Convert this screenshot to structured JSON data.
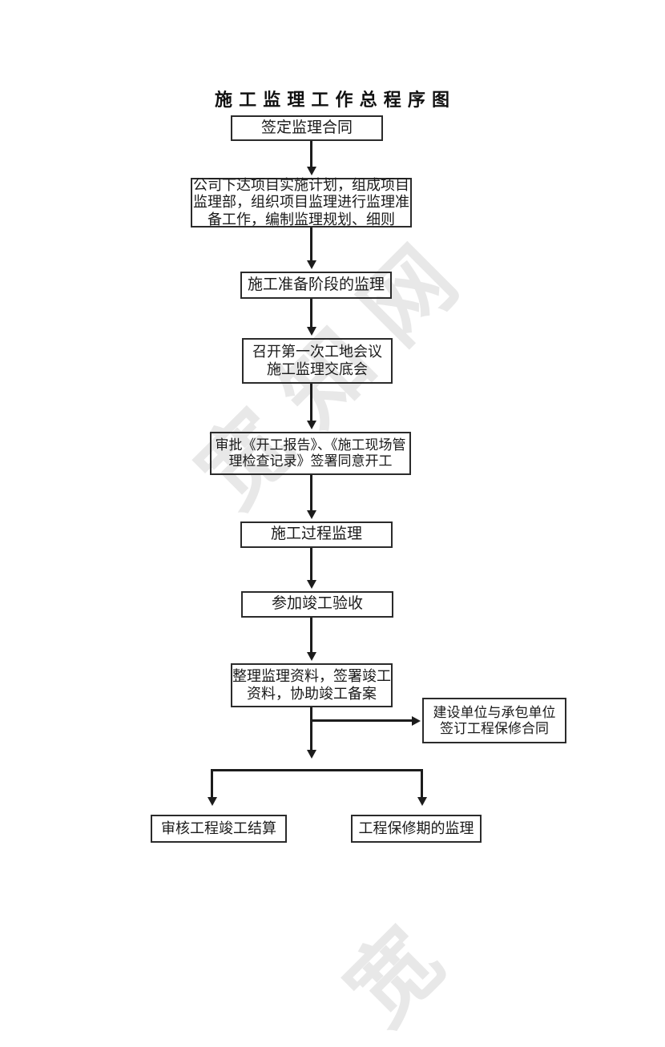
{
  "title": "施 工 监 理 工 作 总 程 序 图",
  "watermark": {
    "text": "宽知网",
    "fragment": "宽"
  },
  "flowchart": {
    "nodes": {
      "sign_contract": {
        "lines": [
          "签定监理合同"
        ]
      },
      "project_plan": {
        "lines": [
          "公司下达项目实施计划，组成项目",
          "监理部，组织项目监理进行监理准",
          "备工作，编制监理规划、细则"
        ]
      },
      "prep_supervision": {
        "lines": [
          "施工准备阶段的监理"
        ]
      },
      "first_meeting": {
        "lines": [
          "召开第一次工地会议",
          "施工监理交底会"
        ]
      },
      "approve_start": {
        "lines": [
          "审批《开工报告》、《施工现场管",
          "理检查记录》签署同意开工"
        ]
      },
      "process_supervision": {
        "lines": [
          "施工过程监理"
        ]
      },
      "completion_acceptance": {
        "lines": [
          "参加竣工验收"
        ]
      },
      "organize_docs": {
        "lines": [
          "整理监理资料，签署竣工",
          "资料，协助竣工备案"
        ]
      },
      "warranty_contract": {
        "lines": [
          "建设单位与承包单位",
          "签订工程保修合同"
        ]
      },
      "audit_settlement": {
        "lines": [
          "审核工程竣工结算"
        ]
      },
      "warranty_supervision": {
        "lines": [
          "工程保修期的监理"
        ]
      }
    }
  }
}
